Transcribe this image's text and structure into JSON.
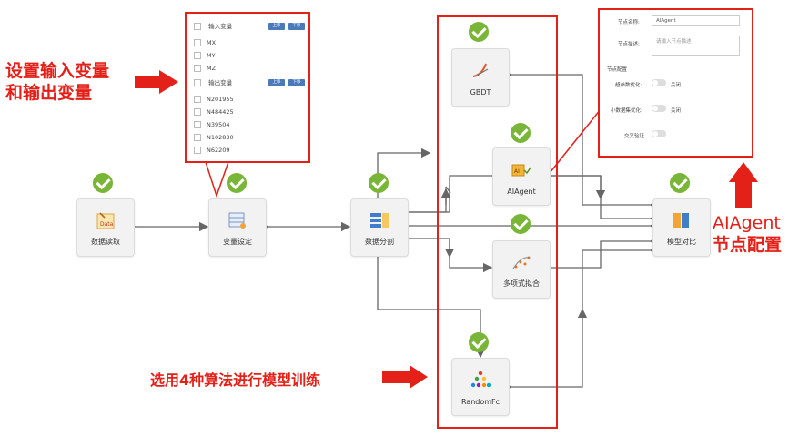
{
  "nodes": {
    "data_read": "数据读取",
    "var_set": "变量设定",
    "data_split": "数据分割",
    "gbdt": "GBDT",
    "aiagent": "AIAgent",
    "polyfit": "多项式拟合",
    "randomfc": "RandomFc",
    "compare": "模型对比",
    "data_badge": "Data"
  },
  "var_panel": {
    "input_header": "输入变量",
    "inputs": [
      "MX",
      "MY",
      "MZ"
    ],
    "output_header": "输出变量",
    "outputs": [
      "N201955",
      "N484425",
      "N39504",
      "N102830",
      "N62209"
    ],
    "btn_a": "上移",
    "btn_b": "下移"
  },
  "config_panel": {
    "name_label": "节点名称:",
    "name_value": "AIAgent",
    "desc_label": "节点描述:",
    "desc_placeholder": "请输入节点描述",
    "section": "节点配置",
    "opt1_label": "超参数优化:",
    "opt1_value": "关闭",
    "opt2_label": "小数据集优化:",
    "opt2_value": "关闭",
    "opt3_label": "交叉验证"
  },
  "annotations": {
    "set_vars_line1": "设置输入变量",
    "set_vars_line2": "和输出变量",
    "algorithms": "选用4种算法进行模型训练",
    "aiagent_cfg_line1": "AIAgent",
    "aiagent_cfg_line2": "节点配置"
  },
  "colors": {
    "accent_red": "#e32119",
    "check_green": "#79b637",
    "wire": "#666666"
  }
}
